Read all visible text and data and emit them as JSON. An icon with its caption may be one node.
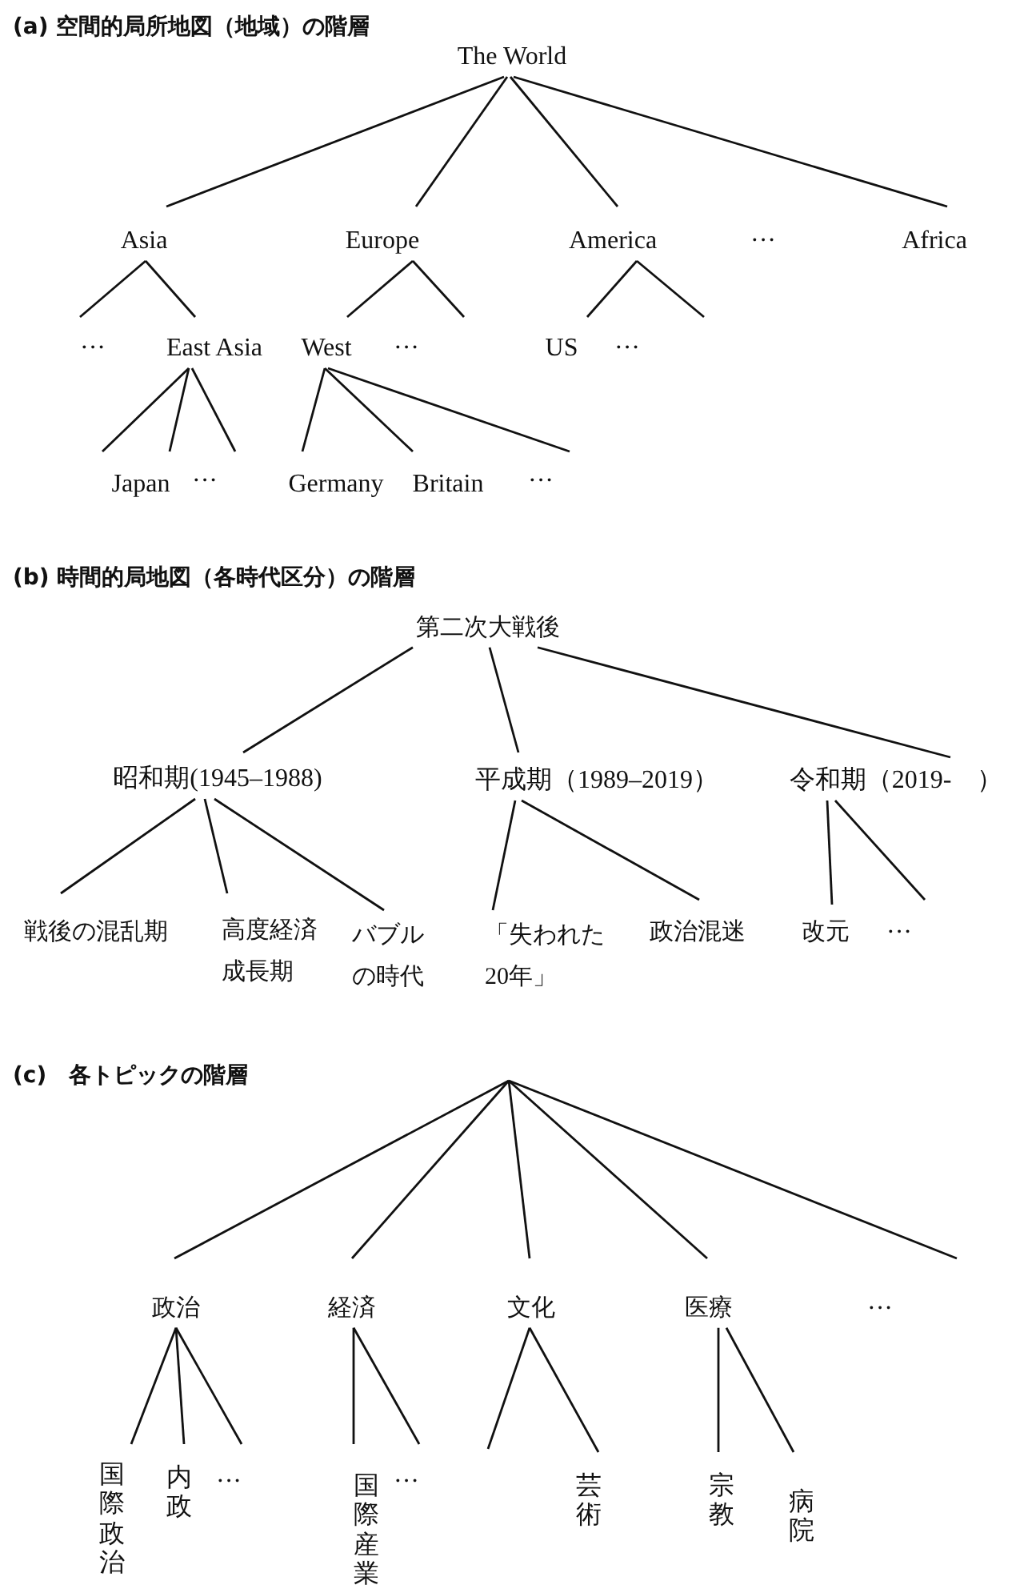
{
  "diagram": {
    "nodes": [
      {
        "text": [
          "The World"
        ]
      },
      {
        "text": [
          "Asia"
        ]
      },
      {
        "text": [
          "Europe"
        ]
      },
      {
        "text": [
          "America"
        ]
      },
      {
        "text": [
          "Africa"
        ]
      },
      {
        "text": [
          "···"
        ]
      },
      {
        "text": [
          "East Asia"
        ]
      },
      {
        "text": [
          "West"
        ]
      },
      {
        "text": [
          "···"
        ]
      },
      {
        "text": [
          "US"
        ]
      },
      {
        "text": [
          "···"
        ]
      },
      {
        "text": [
          "Japan"
        ]
      },
      {
        "text": [
          "···"
        ]
      },
      {
        "text": [
          "Germany"
        ]
      },
      {
        "text": [
          "Britain"
        ]
      },
      {
        "text": [
          "···"
        ]
      },
      {
        "text": [
          "第二次大戦後"
        ]
      },
      {
        "text": [
          "昭和期(1945–1988)"
        ]
      },
      {
        "text": [
          "平成期（1989–2019）"
        ]
      },
      {
        "text": [
          "令和期（2019-　）"
        ]
      },
      {
        "text": [
          "戦後の混乱期"
        ]
      },
      {
        "text": [
          "高度経済成長期"
        ]
      },
      {
        "text": [
          "バブルの時代"
        ]
      },
      {
        "text": [
          "「失われた20年」"
        ]
      },
      {
        "text": [
          "政治混迷"
        ]
      },
      {
        "text": [
          "改元"
        ]
      },
      {
        "text": [
          "···"
        ]
      },
      {
        "text": [
          "政治"
        ]
      },
      {
        "text": [
          "経済"
        ]
      },
      {
        "text": [
          "文化"
        ]
      },
      {
        "text": [
          "医療"
        ]
      },
      {
        "text": [
          "···"
        ]
      },
      {
        "text": [
          "国際政治"
        ]
      },
      {
        "text": [
          "内政"
        ]
      },
      {
        "text": [
          "···"
        ]
      },
      {
        "text": [
          "国際産業"
        ]
      },
      {
        "text": [
          "···"
        ]
      },
      {
        "text": [
          "芸術"
        ]
      },
      {
        "text": [
          "宗教"
        ]
      },
      {
        "text": [
          "病院"
        ]
      }
    ],
    "edges": [
      {
        "from": 0,
        "to": 1,
        "arrow": "none"
      },
      {
        "from": 0,
        "to": 2,
        "arrow": "none"
      },
      {
        "from": 0,
        "to": 3,
        "arrow": "none"
      },
      {
        "from": 0,
        "to": 4,
        "arrow": "none"
      },
      {
        "from": 1,
        "to": 5,
        "arrow": "none"
      },
      {
        "from": 1,
        "to": 6,
        "arrow": "none"
      },
      {
        "from": 2,
        "to": 7,
        "arrow": "none"
      },
      {
        "from": 2,
        "to": 8,
        "arrow": "none"
      },
      {
        "from": 3,
        "to": 9,
        "arrow": "none"
      },
      {
        "from": 3,
        "to": 10,
        "arrow": "none"
      },
      {
        "from": 6,
        "to": 11,
        "arrow": "none"
      },
      {
        "from": 6,
        "to": 11,
        "arrow": "none"
      },
      {
        "from": 6,
        "to": 12,
        "arrow": "none"
      },
      {
        "from": 7,
        "to": 13,
        "arrow": "none"
      },
      {
        "from": 7,
        "to": 14,
        "arrow": "none"
      },
      {
        "from": 7,
        "to": 15,
        "arrow": "none"
      },
      {
        "from": 16,
        "to": 17,
        "arrow": "none"
      },
      {
        "from": 16,
        "to": 18,
        "arrow": "none"
      },
      {
        "from": 16,
        "to": 19,
        "arrow": "none"
      },
      {
        "from": 17,
        "to": 20,
        "arrow": "none"
      },
      {
        "from": 17,
        "to": 21,
        "arrow": "none"
      },
      {
        "from": 17,
        "to": 22,
        "arrow": "none"
      },
      {
        "from": 18,
        "to": 23,
        "arrow": "none"
      },
      {
        "from": 18,
        "to": 24,
        "arrow": "none"
      },
      {
        "from": 19,
        "to": 25,
        "arrow": "none"
      },
      {
        "from": 19,
        "to": 26,
        "arrow": "none"
      },
      {
        "from": null,
        "to": 27,
        "arrow": "none"
      },
      {
        "from": null,
        "to": 28,
        "arrow": "none"
      },
      {
        "from": null,
        "to": 29,
        "arrow": "none"
      },
      {
        "from": null,
        "to": 30,
        "arrow": "none"
      },
      {
        "from": null,
        "to": 31,
        "arrow": "none"
      },
      {
        "from": 27,
        "to": 32,
        "arrow": "none"
      },
      {
        "from": 27,
        "to": 33,
        "arrow": "none"
      },
      {
        "from": 27,
        "to": 34,
        "arrow": "none"
      },
      {
        "from": 28,
        "to": 35,
        "arrow": "none"
      },
      {
        "from": 28,
        "to": 36,
        "arrow": "none"
      },
      {
        "from": 29,
        "to": null,
        "arrow": "none"
      },
      {
        "from": 29,
        "to": 37,
        "arrow": "none"
      },
      {
        "from": 30,
        "to": 38,
        "arrow": "none"
      },
      {
        "from": 30,
        "to": 39,
        "arrow": "none"
      }
    ],
    "labels": [
      "(a) 空間的局所地図（地域）の階層",
      "···",
      "(b) 時間的局地図（各時代区分）の階層",
      "(c)　各トピックの階層"
    ]
  }
}
